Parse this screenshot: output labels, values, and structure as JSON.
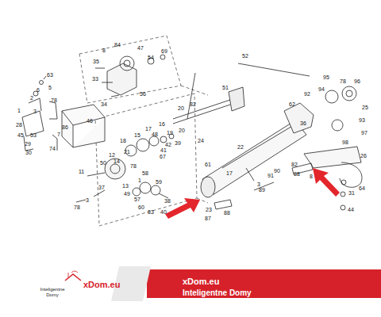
{
  "diagram": {
    "labels": [
      "63",
      "5",
      "6",
      "2",
      "78",
      "1",
      "3",
      "28",
      "45",
      "53",
      "29",
      "30",
      "7",
      "74",
      "86",
      "46",
      "8",
      "84",
      "47",
      "35",
      "33",
      "34",
      "56",
      "54",
      "69",
      "20",
      "82",
      "16",
      "17",
      "48",
      "15",
      "18",
      "19",
      "20",
      "39",
      "42",
      "41",
      "67",
      "24",
      "12",
      "14",
      "78",
      "50",
      "11",
      "21",
      "37",
      "13",
      "49",
      "58",
      "1",
      "59",
      "57",
      "60",
      "83",
      "40",
      "38",
      "3",
      "78",
      "52",
      "51",
      "22",
      "61",
      "17",
      "90",
      "91",
      "89",
      "3",
      "23",
      "88",
      "87",
      "62",
      "92",
      "94",
      "95",
      "78",
      "96",
      "25",
      "93",
      "36",
      "97",
      "98",
      "26",
      "82",
      "88",
      "8",
      "31",
      "64",
      "44",
      "xDom.eu",
      "Inteligentne Domy",
      "Inteligentne Domy",
      "xDom.eu"
    ]
  }
}
